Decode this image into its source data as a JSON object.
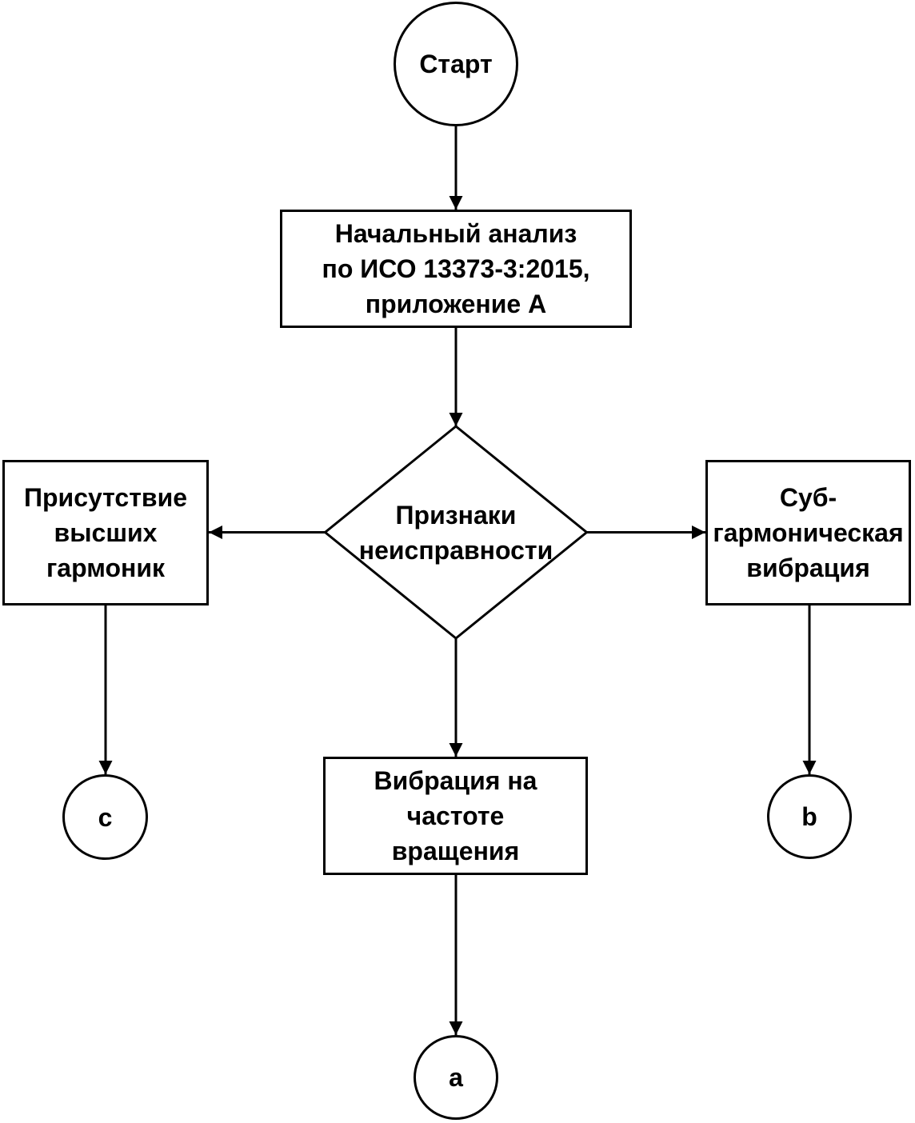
{
  "diagram": {
    "kind": "flowchart",
    "colors": {
      "stroke": "#000000",
      "fill": "#ffffff",
      "text": "#000000"
    },
    "nodes": {
      "start": {
        "shape": "circle",
        "label": "Старт"
      },
      "initial_analysis": {
        "shape": "rectangle",
        "label": "Начальный анализ\nпо ИСО 13373-3:2015,\nприложение А"
      },
      "fault_signs": {
        "shape": "diamond",
        "label": "Признаки\nнеисправности"
      },
      "higher_harmonics": {
        "shape": "rectangle",
        "label": "Присутствие\nвысших\nгармоник"
      },
      "subharmonic": {
        "shape": "rectangle",
        "label": "Суб-\nгармоническая\nвибрация"
      },
      "rotation_frequency": {
        "shape": "rectangle",
        "label": "Вибрация на\nчастоте\nвращения"
      },
      "connector_c": {
        "shape": "circle",
        "label": "c"
      },
      "connector_b": {
        "shape": "circle",
        "label": "b"
      },
      "connector_a": {
        "shape": "circle",
        "label": "a"
      }
    },
    "edges": [
      {
        "from": "start",
        "to": "initial_analysis"
      },
      {
        "from": "initial_analysis",
        "to": "fault_signs"
      },
      {
        "from": "fault_signs",
        "to": "higher_harmonics"
      },
      {
        "from": "fault_signs",
        "to": "subharmonic"
      },
      {
        "from": "fault_signs",
        "to": "rotation_frequency"
      },
      {
        "from": "higher_harmonics",
        "to": "connector_c"
      },
      {
        "from": "subharmonic",
        "to": "connector_b"
      },
      {
        "from": "rotation_frequency",
        "to": "connector_a"
      }
    ]
  }
}
